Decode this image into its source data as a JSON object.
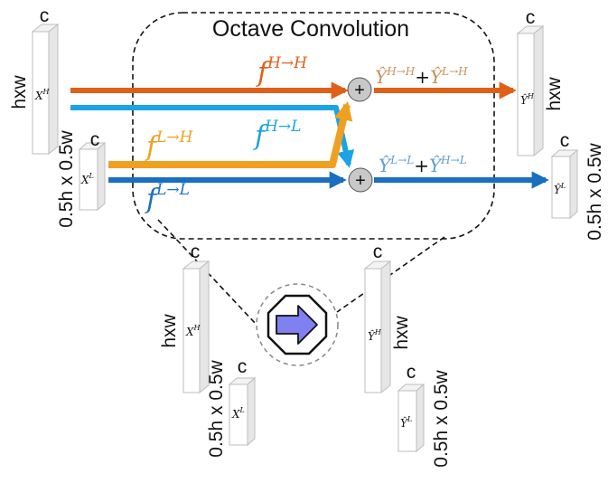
{
  "title": "Octave Convolution",
  "dims": {
    "c": "c",
    "hw": "hxw",
    "half": "0.5h x 0.5w"
  },
  "tensors": {
    "xh": {
      "base": "X",
      "sup": "H"
    },
    "xl": {
      "base": "X",
      "sup": "L"
    },
    "yh": {
      "base": "Ŷ",
      "sup": "H"
    },
    "yl": {
      "base": "Ŷ",
      "sup": "L"
    }
  },
  "ops": {
    "hh": {
      "f": "f",
      "sup": "H→H"
    },
    "hl": {
      "f": "f",
      "sup": "H→L"
    },
    "lh": {
      "f": "f",
      "sup": "L→H"
    },
    "ll": {
      "f": "f",
      "sup": "L→L"
    },
    "sum_h": {
      "a_base": "Ŷ",
      "a_sup": "H→H",
      "plus": "+",
      "b_base": "Ŷ",
      "b_sup": "L→H"
    },
    "sum_l": {
      "a_base": "Ŷ",
      "a_sup": "L→L",
      "plus": "+",
      "b_base": "Ŷ",
      "b_sup": "H→L"
    },
    "add_symbol": "+"
  },
  "colors": {
    "hh": "#e0601a",
    "hl": "#1aa3e6",
    "lh": "#f0a020",
    "ll": "#1a6fbe",
    "sum_h": "#c9905a",
    "sum_l": "#5a9fd6",
    "icon_fill": "#8080f0"
  }
}
